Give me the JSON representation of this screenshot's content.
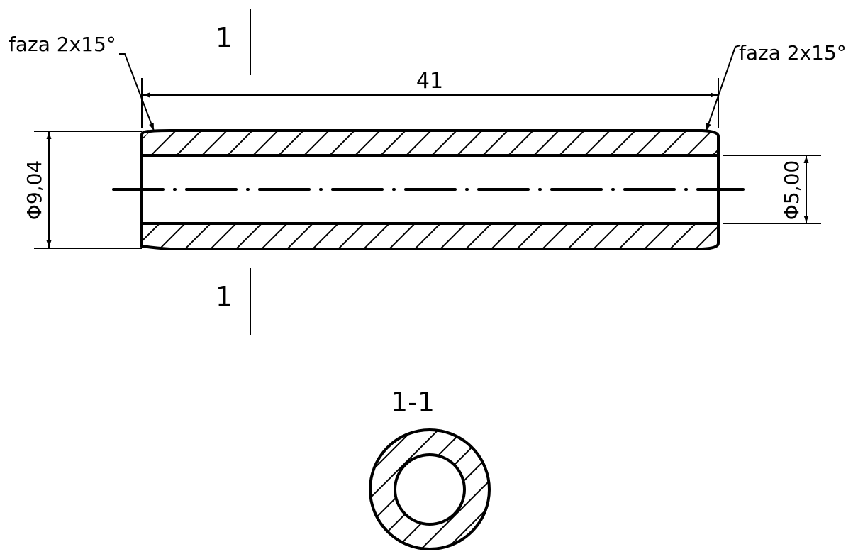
{
  "drawing": {
    "chamfer_left": "faza 2x15°",
    "chamfer_right": "faza 2x15°",
    "length_dim": "41",
    "outer_dia_dim": "Φ9,04",
    "inner_dia_dim": "Φ5,00",
    "section_mark_top": "1",
    "section_mark_bottom": "1",
    "section_title": "1-1"
  }
}
